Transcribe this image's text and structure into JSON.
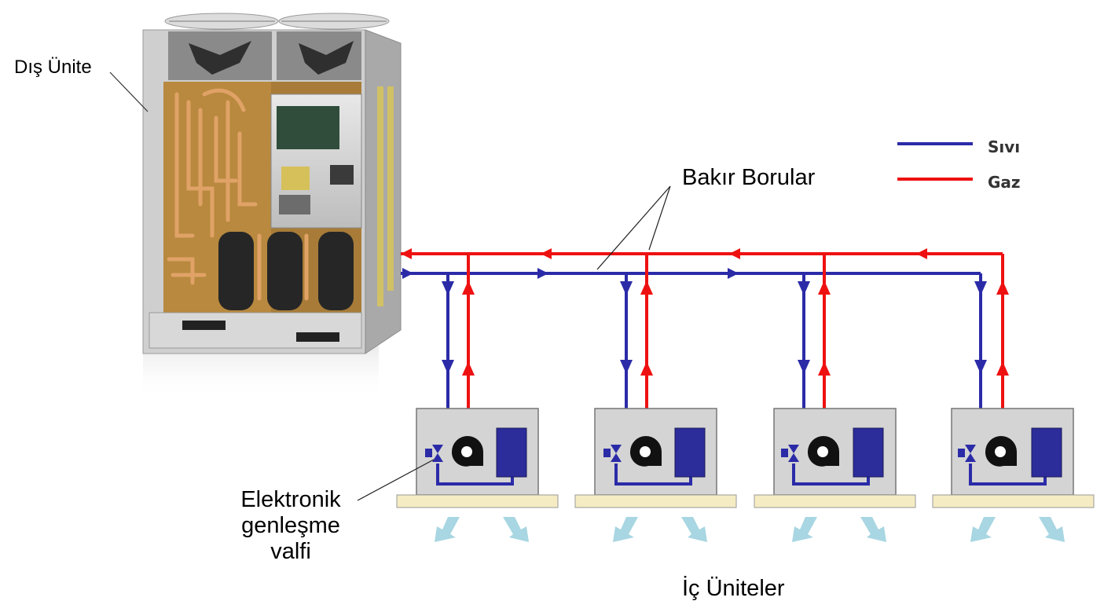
{
  "labels": {
    "outdoor_unit": "Dış Ünite",
    "copper_pipes": "Bakır Borular",
    "indoor_units": "İç Üniteler",
    "expansion_valve": "Elektronik genleşme valfi"
  },
  "legend": {
    "liquid": {
      "label": "Sıvı",
      "color": "#2b2ba8"
    },
    "gas": {
      "label": "Gaz",
      "color": "#ee1111"
    }
  },
  "indoor_unit_count": 4,
  "colors": {
    "liquid_line": "#2b2ba8",
    "gas_line": "#ee1111",
    "unit_box": "#d4d4d4",
    "unit_base": "#f5ecc3",
    "coil": "#2c2c9a",
    "airflow_arrow": "#a8d6e2",
    "outdoor_frame": "#c9c9c9",
    "outdoor_interior": "#b8893e"
  },
  "icons": {
    "fan": "fan-icon",
    "valve": "valve-icon",
    "coil": "coil-icon",
    "airflow": "airflow-arrow-icon",
    "compressor": "compressor-icon"
  }
}
